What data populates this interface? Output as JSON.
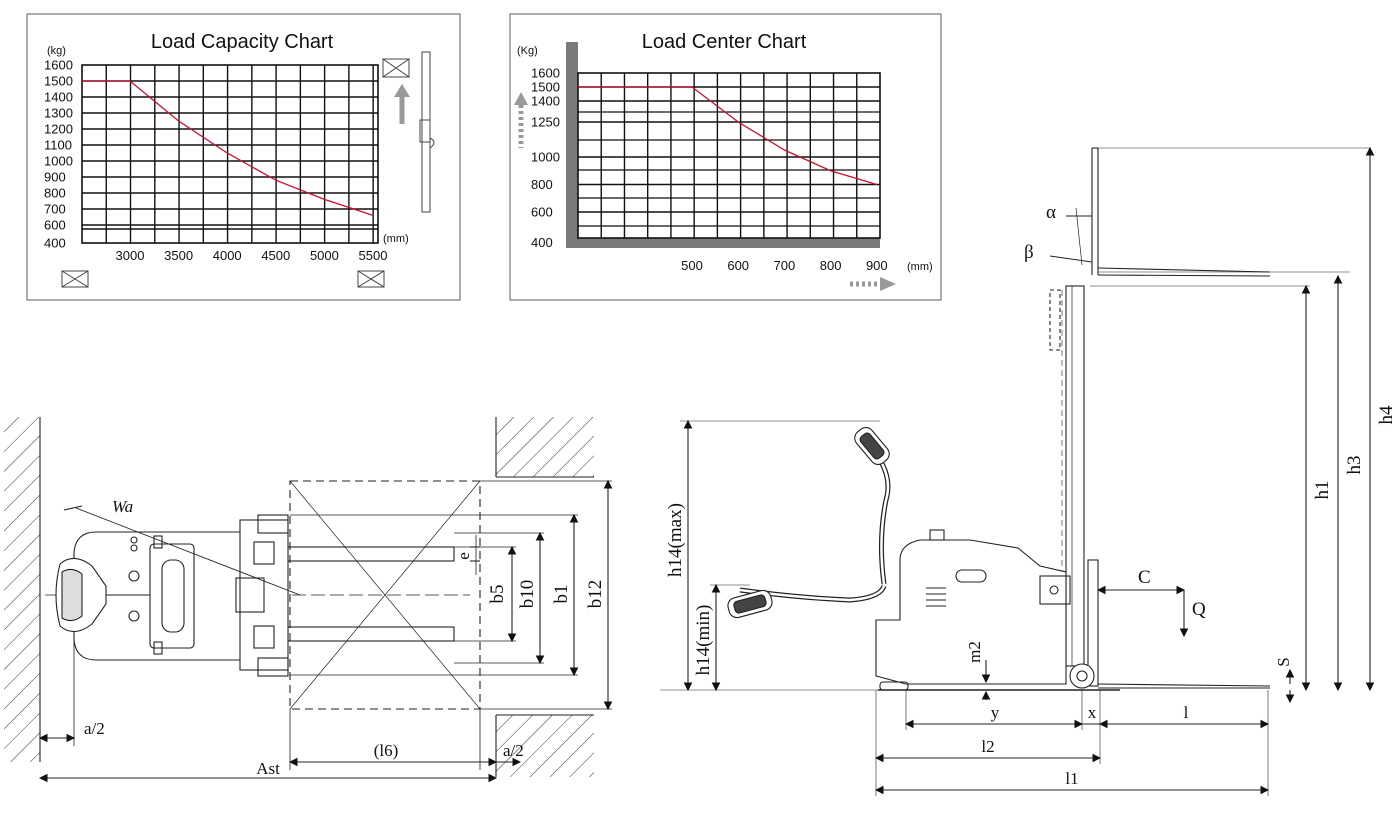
{
  "load_capacity_chart": {
    "title": "Load Capacity Chart",
    "y_unit": "(kg)",
    "x_unit": "(mm)",
    "y_ticks": [
      "1600",
      "1500",
      "1400",
      "1300",
      "1200",
      "1100",
      "1000",
      "900",
      "800",
      "700",
      "600",
      "400"
    ],
    "x_ticks": [
      "3000",
      "3500",
      "4000",
      "4500",
      "5000",
      "5500"
    ]
  },
  "load_center_chart": {
    "title": "Load Center Chart",
    "y_unit": "(Kg)",
    "x_unit": "(mm)",
    "y_ticks": [
      "1600",
      "1500",
      "1400",
      "1250",
      "1000",
      "800",
      "600",
      "400"
    ],
    "x_ticks": [
      "500",
      "600",
      "700",
      "800",
      "900"
    ]
  },
  "chart_data": [
    {
      "type": "line",
      "title": "Load Capacity Chart",
      "xlabel": "(mm)",
      "ylabel": "(kg)",
      "series": [
        {
          "x": [
            3000,
            3500,
            4000,
            4500,
            5000,
            5500
          ],
          "values": [
            1500,
            1250,
            1050,
            880,
            760,
            660
          ]
        }
      ]
    },
    {
      "type": "line",
      "title": "Load Center Chart",
      "xlabel": "(mm)",
      "ylabel": "(Kg)",
      "series": [
        {
          "x": [
            500,
            600,
            700,
            800,
            900
          ],
          "values": [
            1500,
            1250,
            1050,
            900,
            800
          ]
        }
      ]
    }
  ],
  "top_view": {
    "labels": {
      "wa": "Wa",
      "e": "e",
      "b5": "b5",
      "b10": "b10",
      "b1": "b1",
      "b12": "b12",
      "a2_left": "a/2",
      "a2_right": "a/2",
      "l6": "(l6)",
      "ast": "Ast"
    }
  },
  "side_view": {
    "labels": {
      "alpha": "α",
      "beta": "β",
      "h4": "h4",
      "h3": "h3",
      "h1": "h1",
      "h14max": "h14(max)",
      "h14min": "h14(min)",
      "c": "C",
      "q": "Q",
      "s": "S",
      "m2": "m2",
      "y": "y",
      "x": "x",
      "l": "l",
      "l2": "l2",
      "l1": "l1"
    }
  }
}
